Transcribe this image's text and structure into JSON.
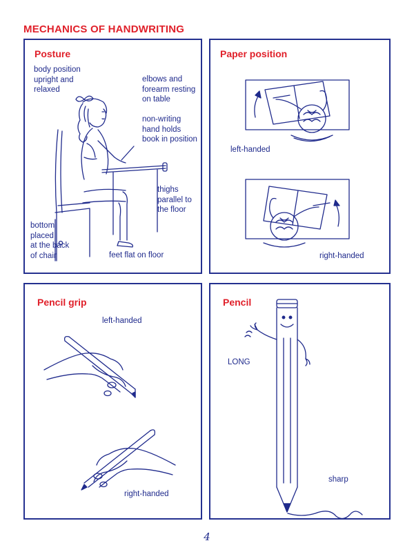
{
  "page": {
    "title": "MECHANICS OF HANDWRITING",
    "page_number": "4"
  },
  "posture": {
    "title": "Posture",
    "body_position": [
      "body position",
      "upright and",
      "relaxed"
    ],
    "elbows": [
      "elbows and",
      "forearm resting",
      "on table"
    ],
    "non_writing": [
      "non-writing",
      "hand holds",
      "book in position"
    ],
    "thighs": [
      "thighs",
      "parallel to",
      "the floor"
    ],
    "bottom": [
      "bottom",
      "placed",
      "at the back",
      "of chair"
    ],
    "feet": "feet flat on floor"
  },
  "paper_position": {
    "title": "Paper position",
    "left_label": "left-handed",
    "right_label": "right-handed"
  },
  "pencil_grip": {
    "title": "Pencil grip",
    "left_label": "left-handed",
    "right_label": "right-handed"
  },
  "pencil": {
    "title": "Pencil",
    "long_label": "LONG",
    "sharp_label": "sharp"
  },
  "colors": {
    "heading_red": "#e0202a",
    "ink_blue": "#1f2a8c"
  }
}
